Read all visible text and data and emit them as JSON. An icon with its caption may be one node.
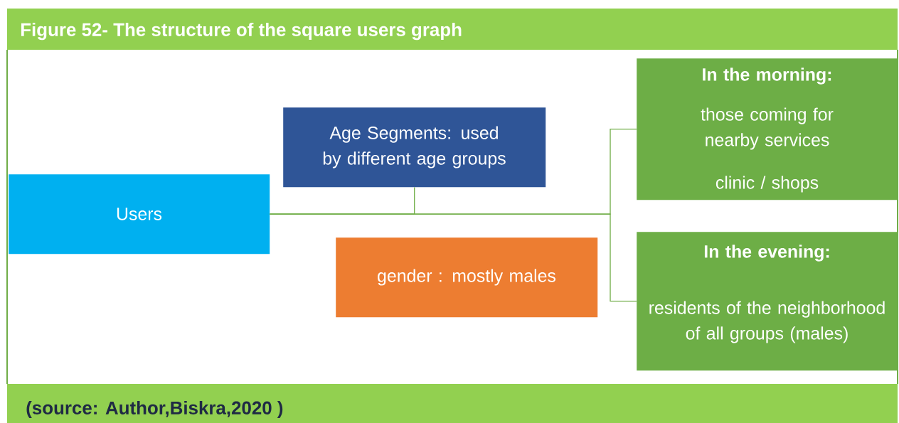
{
  "diagram": {
    "title": "Figure 52- The structure of the square users graph",
    "caption": "(source:  Author,Biskra,2020 )",
    "nodes": [
      {
        "text": [
          "Users"
        ]
      },
      {
        "text": [
          "Age Segments: used by different age groups"
        ]
      },
      {
        "text": [
          "gender : mostly males"
        ]
      },
      {
        "text": [
          "In the morning:",
          "those coming for nearby services",
          "clinic / shops"
        ]
      },
      {
        "text": [
          "In the evening:",
          "residents of the neighborhood of all groups (males)"
        ]
      }
    ],
    "edges": [
      {
        "from": 0,
        "to": 1,
        "arrow": "none"
      },
      {
        "from": 0,
        "to": 3,
        "arrow": "none"
      },
      {
        "from": 0,
        "to": 4,
        "arrow": "none"
      }
    ]
  }
}
